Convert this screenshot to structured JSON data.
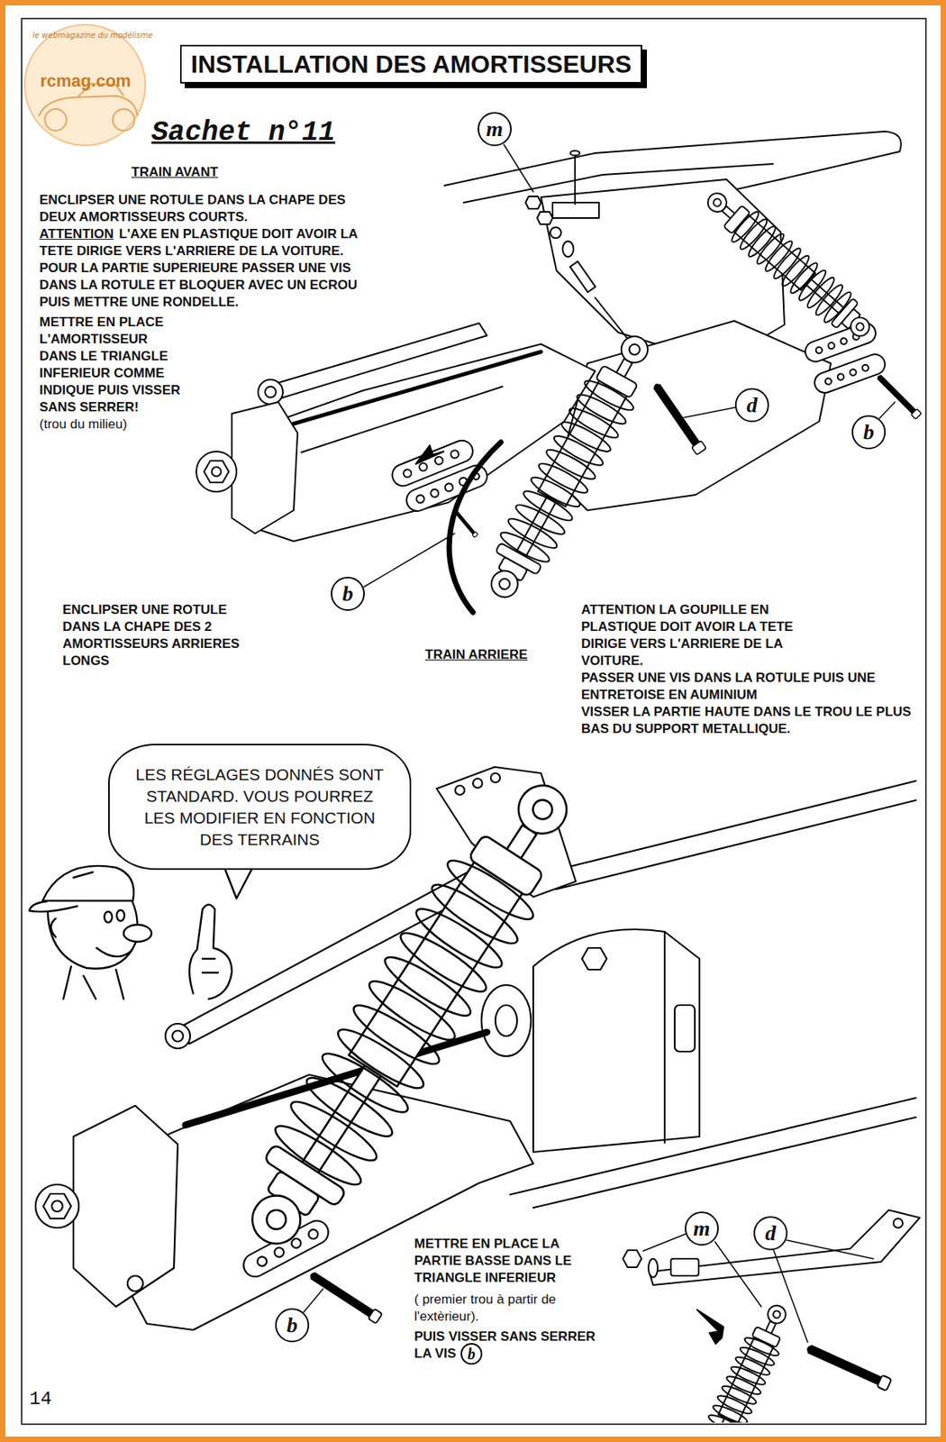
{
  "diagram": {
    "title": "INSTALLATION DES AMORTISSEURS",
    "nodes": [
      {
        "text": [
          "m"
        ]
      },
      {
        "text": [
          "d"
        ]
      },
      {
        "text": [
          "b"
        ]
      },
      {
        "text": [
          "b"
        ]
      },
      {
        "text": [
          "LES RÉGLAGES DONNÉS SONT STANDARD. VOUS POURREZ LES MODIFIER EN FONCTION DES TERRAINS"
        ]
      },
      {
        "text": [
          "b"
        ]
      },
      {
        "text": [
          "m"
        ]
      },
      {
        "text": [
          "d"
        ]
      },
      {
        "text": [
          "b"
        ]
      }
    ],
    "labels": [
      "le webmagazine du modélisme",
      "rcmag.com",
      "Sachet n°11",
      "TRAIN AVANT",
      "ENCLIPSER UNE ROTULE DANS LA CHAPE DES DEUX AMORTISSEURS COURTS.",
      "ATTENTION",
      "L'AXE EN PLASTIQUE DOIT AVOIR LA TETE DIRIGE VERS L'ARRIERE DE LA VOITURE.",
      "POUR LA PARTIE SUPERIEURE PASSER UNE VIS DANS LA ROTULE ET BLOQUER AVEC UN ECROU PUIS METTRE UNE RONDELLE.",
      "METTRE EN PLACE L'AMORTISSEUR DANS LE TRIANGLE INFERIEUR COMME INDIQUE PUIS VISSER SANS SERRER!",
      "(trou du milieu)",
      "ENCLIPSER UNE ROTULE DANS LA CHAPE DES 2 AMORTISSEURS ARRIERES LONGS",
      "TRAIN ARRIERE",
      "ATTENTION LA GOUPILLE EN PLASTIQUE DOIT AVOIR LA TETE DIRIGE VERS L'ARRIERE DE LA VOITURE.",
      "PASSER UNE VIS DANS LA ROTULE PUIS UNE ENTRETOISE EN AUMINIUM",
      "VISSER LA PARTIE HAUTE DANS LE TROU LE PLUS BAS DU SUPPORT METALLIQUE.",
      "METTRE EN PLACE LA PARTIE BASSE DANS LE TRIANGLE INFERIEUR",
      "( premier trou à partir de l'extèrieur).",
      "PUIS VISSER SANS SERRER LA VIS",
      "14"
    ]
  }
}
